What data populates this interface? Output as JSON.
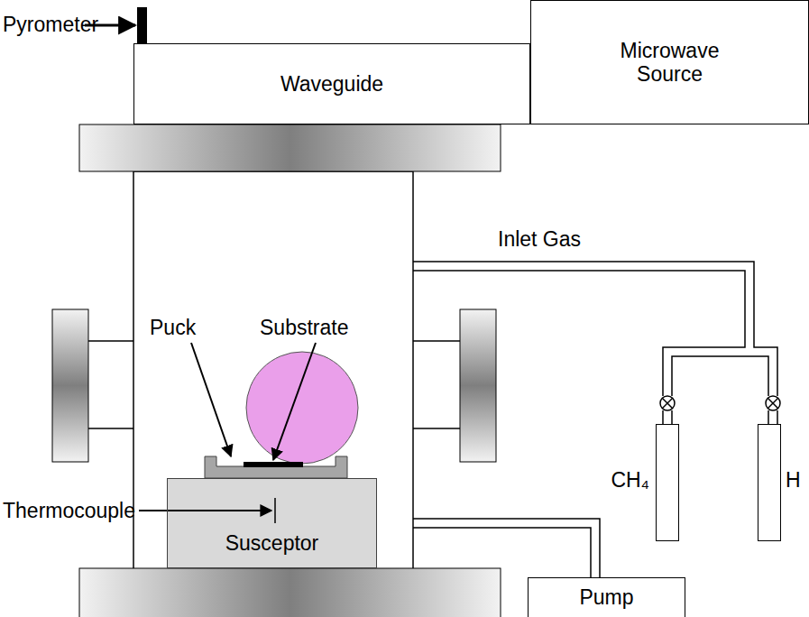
{
  "diagram": {
    "nodes": [
      {
        "text": [
          "Waveguide"
        ]
      },
      {
        "text": [
          "Microwave Source"
        ]
      },
      {
        "text": [
          "CH₄"
        ]
      },
      {
        "text": [
          "H"
        ]
      },
      {
        "text": [
          "Susceptor"
        ]
      },
      {
        "text": [
          "Pump"
        ]
      }
    ],
    "labels": [
      "Pyrometer",
      "Inlet Gas",
      "Puck",
      "Substrate",
      "Thermocouple"
    ]
  }
}
